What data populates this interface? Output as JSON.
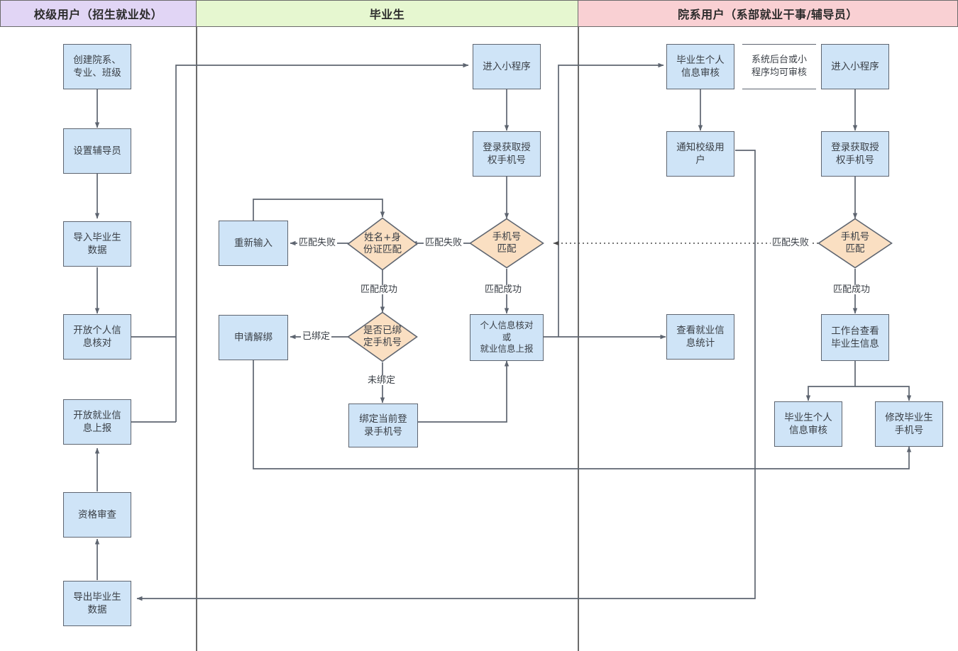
{
  "lanes": [
    {
      "id": "school",
      "title": "校级用户（招生就业处）",
      "color": "#e1d5f5"
    },
    {
      "id": "graduate",
      "title": "毕业生",
      "color": "#e6f7d0"
    },
    {
      "id": "dept",
      "title": "院系用户（系部就业干事/辅导员）",
      "color": "#f9d0d3"
    }
  ],
  "nodes": {
    "create_org": "创建院系、\n专业、班级",
    "set_counselor": "设置辅导员",
    "import_grad": "导入毕业生\n数据",
    "open_personal": "开放个人信\n息核对",
    "open_employ": "开放就业信\n息上报",
    "qualify_check": "资格审查",
    "export_grad": "导出毕业生\n数据",
    "enter_mp_g": "进入小程序",
    "login_phone_g": "登录获取授\n权手机号",
    "phone_match_g": "手机号\n匹配",
    "name_id_match": "姓名+身\n份证匹配",
    "reinput": "重新输入",
    "is_bound": "是否已绑\n定手机号",
    "apply_unbind": "申请解绑",
    "bind_phone": "绑定当前登\n录手机号",
    "personal_or_employ": "个人信息核对\n或\n就业信息上报",
    "grad_info_audit": "毕业生个人\n信息审核",
    "notify_school": "通知校级用\n户",
    "note_audit": "系统后台或小\n程序均可审核",
    "enter_mp_d": "进入小程序",
    "login_phone_d": "登录获取授\n权手机号",
    "phone_match_d": "手机号\n匹配",
    "view_stats": "查看就业信\n息统计",
    "workbench": "工作台查看\n毕业生信息",
    "grad_audit_d": "毕业生个人\n信息审核",
    "modify_phone_d": "修改毕业生\n手机号"
  },
  "edge_labels": {
    "fail_g": "匹配失败",
    "fail_name": "匹配失败",
    "fail_d": "匹配失败",
    "ok_name": "匹配成功",
    "ok_phone_g": "匹配成功",
    "ok_phone_d": "匹配成功",
    "bound": "已绑定",
    "unbound": "未绑定"
  },
  "colors": {
    "process_fill": "#cfe4f7",
    "decision_fill": "#fadfc2",
    "stroke": "#5e6570",
    "lane_school": "#e1d5f5",
    "lane_graduate": "#e6f7d0",
    "lane_dept": "#f9d0d3"
  }
}
